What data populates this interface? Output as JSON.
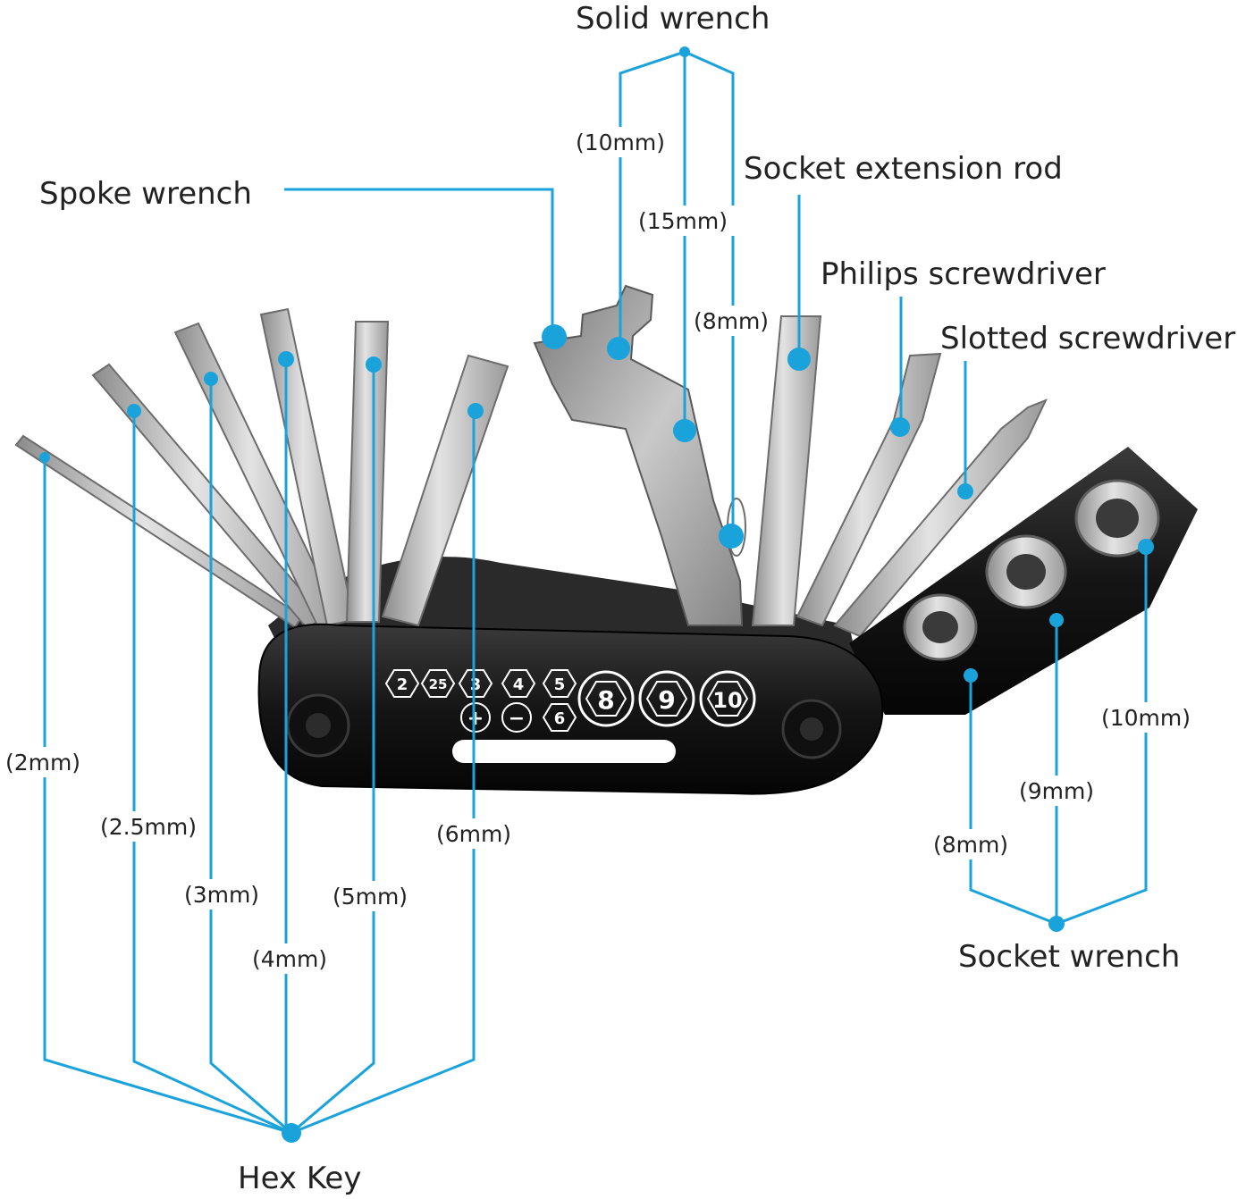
{
  "labels": {
    "solid_wrench": "Solid wrench",
    "spoke_wrench": "Spoke wrench",
    "socket_extension_rod": "Socket extension rod",
    "philips_screwdriver": "Philips screwdriver",
    "slotted_screwdriver": "Slotted screwdriver",
    "socket_wrench": "Socket wrench",
    "hex_key": "Hex Key"
  },
  "solid_wrench_sizes": [
    "(10mm)",
    "(15mm)",
    "(8mm)"
  ],
  "hex_key_sizes": [
    "(2mm)",
    "(2.5mm)",
    "(3mm)",
    "(4mm)",
    "(5mm)",
    "(6mm)"
  ],
  "socket_sizes": [
    "(8mm)",
    "(9mm)",
    "(10mm)"
  ],
  "handle_markings": {
    "top_row": [
      "2",
      "25",
      "3",
      "4",
      "5"
    ],
    "bottom_row": [
      "+",
      "−",
      "6"
    ],
    "large": [
      "8",
      "9",
      "10"
    ]
  },
  "colors": {
    "leader": "#1aa3db",
    "handle": "#1b1b1b",
    "steel": "#b9b9b9",
    "text": "#222222"
  }
}
